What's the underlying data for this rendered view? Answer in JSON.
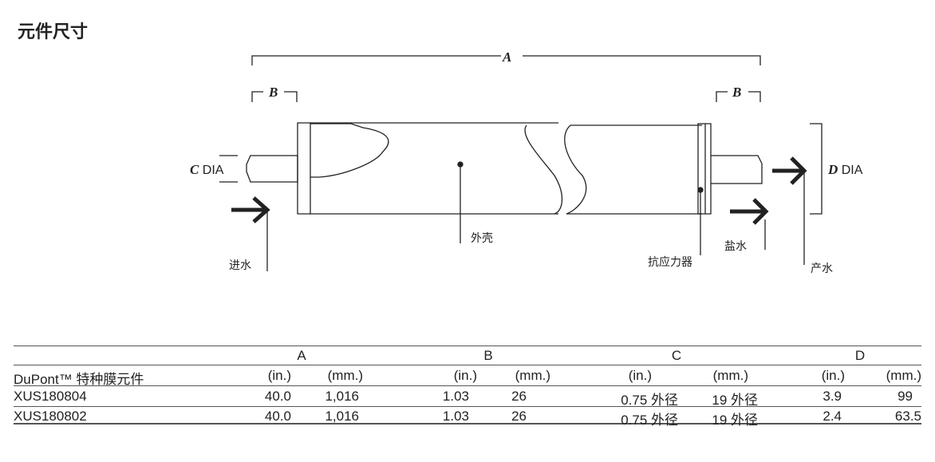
{
  "title": "元件尺寸",
  "diagram": {
    "dim_a": "A",
    "dim_b": "B",
    "dim_c": "C",
    "dim_d": "D",
    "dia": "DIA",
    "feed": "进水",
    "shell": "外壳",
    "brine_seal": "抗应力器",
    "concentrate": "盐水",
    "permeate": "产水"
  },
  "table": {
    "groups": [
      "A",
      "B",
      "C",
      "D"
    ],
    "product_header": "DuPont™ 特种膜元件",
    "units": [
      "(in.)",
      "(mm.)",
      "(in.)",
      "(mm.)",
      "(in.)",
      "(mm.)",
      "(in.)",
      "(mm.)"
    ],
    "rows": [
      {
        "name": "XUS180804",
        "values": [
          "40.0",
          "1,016",
          "1.03",
          "26",
          "0.75 外径",
          "19 外径",
          "3.9",
          "99"
        ]
      },
      {
        "name": "XUS180802",
        "values": [
          "40.0",
          "1,016",
          "1.03",
          "26",
          "0.75 外径",
          "19 外径",
          "2.4",
          "63.5"
        ]
      }
    ]
  }
}
